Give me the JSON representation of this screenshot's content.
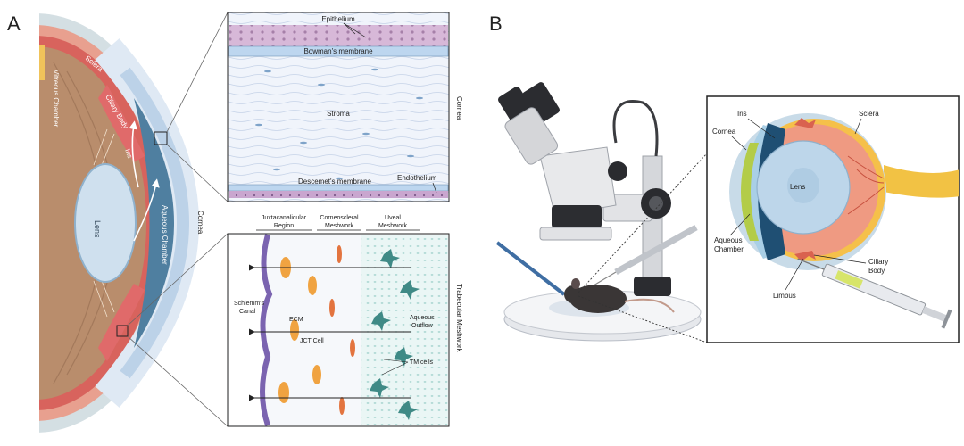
{
  "panels": {
    "a": "A",
    "b": "B"
  },
  "eye": {
    "sclera": "Sclera",
    "vitreous": "Vitreous Chamber",
    "ciliary": "Ciliary Body",
    "iris": "Iris",
    "lens": "Lens",
    "aqueous": "Aqueous Chamber",
    "cornea": "Cornea"
  },
  "cornea_inset": {
    "epithelium": "Epithelium",
    "bowman": "Bowman's membrane",
    "stroma": "Stroma",
    "descemet": "Descemet's membrane",
    "endothelium": "Endothelium",
    "side_label": "Cornea"
  },
  "tm_inset": {
    "juxta_1": "Juxtacanalicular",
    "juxta_2": "Region",
    "corneo_1": "Corneoscleral",
    "corneo_2": "Meshwork",
    "uveal_1": "Uveal",
    "uveal_2": "Meshwork",
    "schlemm_1": "Schlemm's",
    "schlemm_2": "Canal",
    "ecm": "ECM",
    "jct": "JCT Cell",
    "outflow_1": "Aqueous",
    "outflow_2": "Outflow",
    "tm_cells": "TM cells",
    "side_label": "Trabecular Meshwork"
  },
  "mouse_eye": {
    "iris": "Iris",
    "sclera": "Sclera",
    "cornea": "Cornea",
    "lens": "Lens",
    "aqueous_1": "Aqueous",
    "aqueous_2": "Chamber",
    "ciliary_1": "Ciliary",
    "ciliary_2": "Body",
    "limbus": "Limbus"
  },
  "colors": {
    "sclera": "#e9a090",
    "choroid": "#d9605a",
    "lens": "#cfe0ee",
    "aqueous": "#4f7fa0",
    "cornea": "#c9dcef",
    "epithelium": "#d7b8d8",
    "bowman": "#bdd6ef",
    "stroma": "#eef3fb",
    "tm_cell": "#3f8a86",
    "jct_cell": "#f0a341",
    "schlemm": "#7b64b0"
  }
}
